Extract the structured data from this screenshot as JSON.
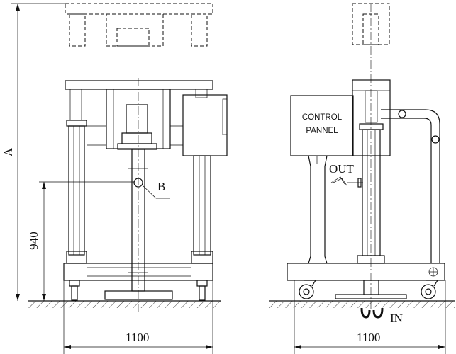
{
  "labels": {
    "dim_a": "A",
    "dim_940": "940",
    "point_b": "B",
    "width_front": "1100",
    "width_side": "1100",
    "control_panel_line1": "CONTROL",
    "control_panel_line2": "PANNEL",
    "outlet": "OUT",
    "inlet": "IN"
  }
}
